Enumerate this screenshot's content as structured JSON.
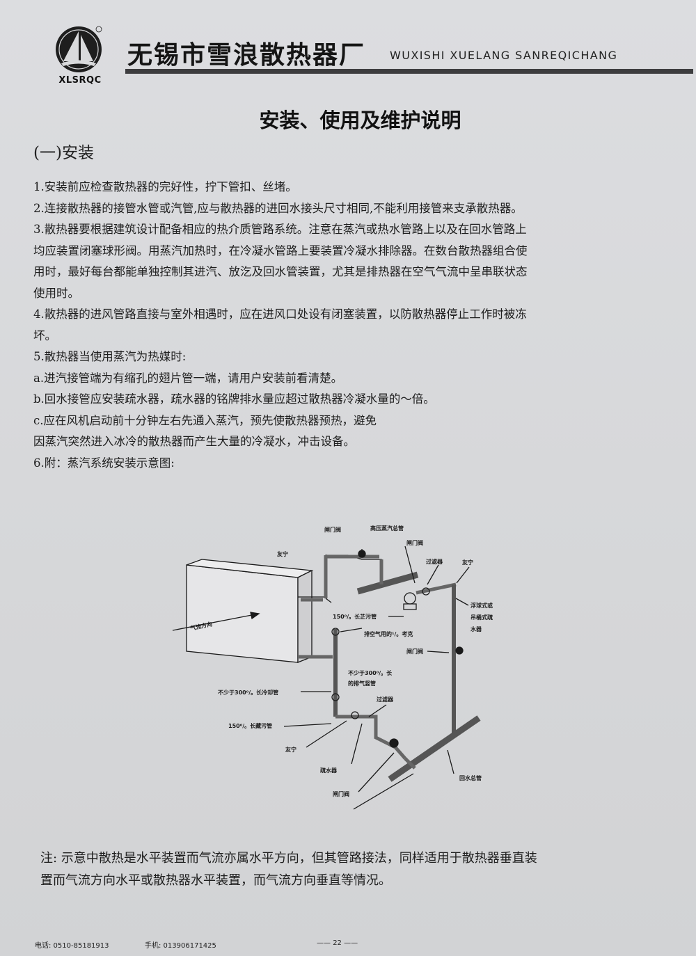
{
  "header": {
    "logo_text": "XLSRQC",
    "company_cn": "无锡市雪浪散热器厂",
    "company_en": "WUXISHI XUELANG SANREQICHANG"
  },
  "title": "安装、使用及维护说明",
  "section": "(一)安装",
  "paragraphs": [
    "1.安装前应检查散热器的完好性，拧下管扣、丝堵。",
    "2.连接散热器的接管水管或汽管,应与散热器的进回水接头尺寸相同,不能利用接管来支承散热器。",
    "3.散热器要根据建筑设计配备相应的热介质管路系统。注意在蒸汽或热水管路上以及在回水管路上",
    "均应装置闭塞球形阀。用蒸汽加热时，在冷凝水管路上要装置冷凝水排除器。在数台散热器组合使",
    "用时，最好每台都能单独控制其进汽、放汔及回水管装置，尤其是排热器在空气气流中呈串联状态",
    "使用时。",
    "4.散热器的进风管路直接与室外相遇时，应在进风口处设有闭塞装置，以防散热器停止工作时被冻",
    "坏。",
    "5.散热器当使用蒸汽为热媒时:",
    "a.进汽接管端为有缩孔的翅片管一端，请用户安装前看清楚。",
    "b.回水接管应安装疏水器，疏水器的铭牌排水量应超过散热器冷凝水量的～倍。",
    "c.应在风机启动前十分钟左右先通入蒸汽，预先使散热器预热，避免",
    "因蒸汽突然进入冰冷的散热器而产生大量的冷凝水，冲击设备。",
    "6.附：蒸汽系统安装示意图:"
  ],
  "diagram_labels": {
    "valve_top": "闸门阀",
    "steam_main": "高压蒸汽总管",
    "valve_2": "闸门阀",
    "union_left": "友宁",
    "filter": "过滤器",
    "union_right": "友宁",
    "trap_type_1": "浮球式或",
    "trap_type_2": "吊桶式疏",
    "trap_type_3": "水器",
    "airflow": "气流方向",
    "dirt_pipe": "150⁰/。长芷污管",
    "vent": "排空气用的¹/。考克",
    "valve_3": "闸门阀",
    "vent_pipe_1": "不少于300⁰/。长",
    "vent_pipe_2": "的排气竖管",
    "cool_pipe": "不少于300⁰/。长冷却管",
    "filter_2": "过滤器",
    "dirt_pipe_2": "150⁰/。长藏污管",
    "union_bottom": "友宁",
    "trap": "疏水器",
    "return_main": "回水总管",
    "valve_bottom": "闸门阀"
  },
  "note": [
    "注: 示意中散热是水平装置而气流亦属水平方向，但其管路接法，同样适用于散热器垂直装",
    "置而气流方向水平或散热器水平装置，而气流方向垂直等情况。"
  ],
  "footer": {
    "phone": "电话: 0510-85181913",
    "mobile": "手机: 013906171425",
    "page_number": "22"
  },
  "colors": {
    "rule": "#3d3d3f",
    "ink": "#1c1c1c",
    "paper": "#d9dadc"
  }
}
